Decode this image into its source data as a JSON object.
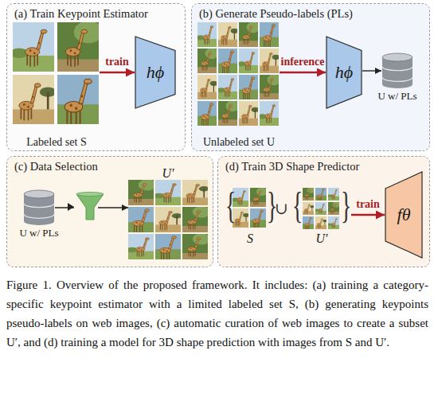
{
  "diagram": {
    "caption": "Figure 1. Overview of the proposed framework. It includes: (a) training a category-specific keypoint estimator with a limited labeled set S, (b) generating keypoints pseudo-labels on web images, (c) automatic curation of web images to create a subset U′, and (d) training a model for 3D shape prediction with images from S and U′.",
    "nodes": [
      {
        "text": [
          "(a) Train Keypoint Estimator"
        ]
      },
      {
        "text": [
          "Labeled set S"
        ],
        "in": 0
      },
      {
        "text": [
          "hϕ"
        ],
        "in": 0
      },
      {
        "text": [
          "(b) Generate Pseudo-labels (PLs)"
        ]
      },
      {
        "text": [
          "Unlabeled set U"
        ],
        "in": 3
      },
      {
        "text": [
          "hϕ"
        ],
        "in": 3
      },
      {
        "text": [
          "U w/ PLs"
        ],
        "in": 3
      },
      {
        "text": [
          "(c) Data Selection"
        ]
      },
      {
        "text": [
          "U w/ PLs"
        ],
        "in": 7
      },
      {
        "text": [
          "U′"
        ],
        "in": 7
      },
      {
        "text": [
          "(d) Train 3D Shape Predictor"
        ]
      },
      {
        "text": [
          "S"
        ],
        "in": 10
      },
      {
        "text": [
          "U′"
        ],
        "in": 10
      },
      {
        "text": [
          "fθ"
        ],
        "in": 10
      }
    ],
    "edges": [
      {
        "from": 1,
        "to": 2,
        "label": "train",
        "arrow": "to"
      },
      {
        "from": 4,
        "to": 5,
        "label": "inference",
        "arrow": "to"
      },
      {
        "from": 5,
        "to": 6,
        "arrow": "to"
      },
      {
        "from": 8,
        "to": 9,
        "arrow": "to"
      },
      {
        "from": 12,
        "to": 13,
        "label": "train",
        "arrow": "to"
      }
    ],
    "labels": [
      "{",
      "}",
      "∪",
      "{",
      "}"
    ]
  }
}
